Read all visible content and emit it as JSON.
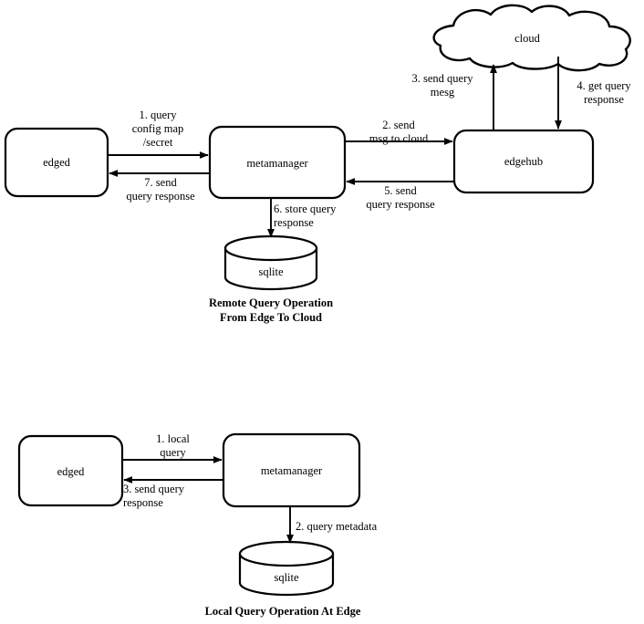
{
  "diagrams": [
    {
      "id": "remote-query",
      "caption": "Remote Query Operation\nFrom Edge To Cloud",
      "nodes": [
        {
          "id": "edged",
          "label": "edged",
          "shape": "rounded-rect"
        },
        {
          "id": "metamanager",
          "label": "metamanager",
          "shape": "rounded-rect"
        },
        {
          "id": "edgehub",
          "label": "edgehub",
          "shape": "rounded-rect"
        },
        {
          "id": "cloud",
          "label": "cloud",
          "shape": "cloud"
        },
        {
          "id": "sqlite",
          "label": "sqlite",
          "shape": "cylinder"
        }
      ],
      "edges": [
        {
          "id": "e1",
          "label": "1. query\nconfig map\n/secret",
          "from": "edged",
          "to": "metamanager"
        },
        {
          "id": "e2",
          "label": "2. send\nmsg to cloud",
          "from": "metamanager",
          "to": "edgehub"
        },
        {
          "id": "e3",
          "label": "3. send query\nmesg",
          "from": "edgehub",
          "to": "cloud"
        },
        {
          "id": "e4",
          "label": "4. get query\nresponse",
          "from": "cloud",
          "to": "edgehub"
        },
        {
          "id": "e5",
          "label": "5. send\nquery response",
          "from": "edgehub",
          "to": "metamanager"
        },
        {
          "id": "e6",
          "label": "6. store query\nresponse",
          "from": "metamanager",
          "to": "sqlite"
        },
        {
          "id": "e7",
          "label": "7. send\nquery response",
          "from": "metamanager",
          "to": "edged"
        }
      ]
    },
    {
      "id": "local-query",
      "caption": "Local Query Operation At Edge",
      "nodes": [
        {
          "id": "edged2",
          "label": "edged",
          "shape": "rounded-rect"
        },
        {
          "id": "metamanager2",
          "label": "metamanager",
          "shape": "rounded-rect"
        },
        {
          "id": "sqlite2",
          "label": "sqlite",
          "shape": "cylinder"
        }
      ],
      "edges": [
        {
          "id": "l1",
          "label": "1. local\nquery",
          "from": "edged2",
          "to": "metamanager2"
        },
        {
          "id": "l2",
          "label": "2. query metadata",
          "from": "metamanager2",
          "to": "sqlite2"
        },
        {
          "id": "l3",
          "label": "3. send query\nresponse",
          "from": "metamanager2",
          "to": "edged2"
        }
      ]
    }
  ],
  "style": {
    "stroke": "#000000",
    "fill": "#ffffff",
    "text": "#000000",
    "background": "#ffffff"
  }
}
